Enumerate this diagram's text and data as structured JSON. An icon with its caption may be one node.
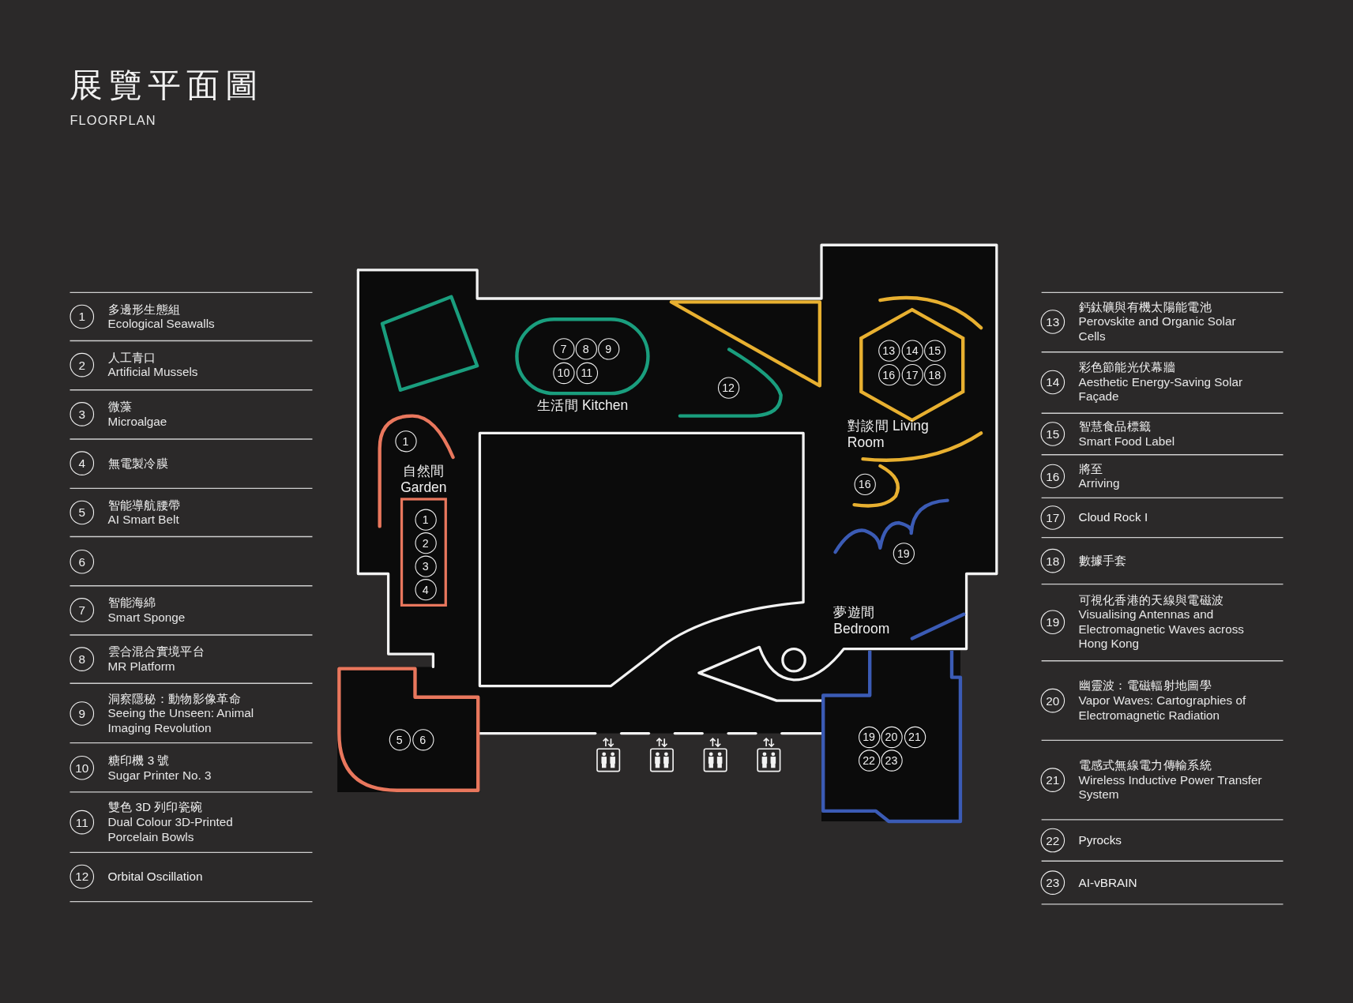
{
  "diagram": {
    "title": "展覽平面圖",
    "nodes": [
      {
        "text": [
          "1"
        ],
        "beside": [
          "多邊形生態組",
          "Ecological Seawalls"
        ]
      },
      {
        "text": [
          "2"
        ],
        "beside": [
          "人工青口",
          "Artificial Mussels"
        ]
      },
      {
        "text": [
          "3"
        ],
        "beside": [
          "微藻",
          "Microalgae"
        ]
      },
      {
        "text": [
          "4"
        ],
        "beside": [
          "無電製冷膜"
        ]
      },
      {
        "text": [
          "5"
        ],
        "beside": [
          "智能導航腰帶",
          "AI Smart Belt"
        ]
      },
      {
        "text": [
          "6"
        ]
      },
      {
        "text": [
          "7"
        ],
        "beside": [
          "智能海綿",
          "Smart Sponge"
        ]
      },
      {
        "text": [
          "8"
        ],
        "beside": [
          "雲合混合實境平台",
          "MR Platform"
        ]
      },
      {
        "text": [
          "9"
        ],
        "beside": [
          "洞察隱秘：動物影像革命",
          "Seeing the Unseen: Animal Imaging Revolution"
        ]
      },
      {
        "text": [
          "10"
        ],
        "beside": [
          "糖印機 3 號",
          "Sugar Printer No. 3"
        ]
      },
      {
        "text": [
          "11"
        ],
        "beside": [
          "雙色 3D 列印瓷碗",
          "Dual Colour 3D-Printed Porcelain Bowls"
        ]
      },
      {
        "text": [
          "12"
        ],
        "beside": [
          "Orbital Oscillation"
        ]
      },
      {
        "text": [
          "生活間 Kitchen"
        ]
      },
      {
        "text": [
          "7"
        ],
        "in": 12
      },
      {
        "text": [
          "8"
        ],
        "in": 12
      },
      {
        "text": [
          "9"
        ],
        "in": 12
      },
      {
        "text": [
          "10"
        ],
        "in": 12
      },
      {
        "text": [
          "11"
        ],
        "in": 12
      },
      {
        "text": [
          "12"
        ]
      },
      {
        "text": [
          "對談間 Living Room"
        ]
      },
      {
        "text": [
          "13"
        ],
        "in": 19
      },
      {
        "text": [
          "14"
        ],
        "in": 19
      },
      {
        "text": [
          "15"
        ],
        "in": 19
      },
      {
        "text": [
          "16"
        ],
        "in": 19
      },
      {
        "text": [
          "17"
        ],
        "in": 19
      },
      {
        "text": [
          "18"
        ],
        "in": 19
      },
      {
        "text": [
          "1"
        ]
      },
      {
        "text": [
          "自然間 Garden"
        ]
      },
      {
        "text": [
          "1"
        ],
        "in": 27
      },
      {
        "text": [
          "2"
        ],
        "in": 27
      },
      {
        "text": [
          "3"
        ],
        "in": 27
      },
      {
        "text": [
          "4"
        ],
        "in": 27
      },
      {
        "text": [
          "16"
        ]
      },
      {
        "text": [
          "19"
        ]
      },
      {
        "text": [],
        "shape": "box"
      },
      {
        "text": [
          "5"
        ],
        "in": 34
      },
      {
        "text": [
          "6"
        ],
        "in": 34
      },
      {
        "text": [],
        "shape": "box"
      },
      {
        "text": [
          "19"
        ],
        "in": 37
      },
      {
        "text": [
          "20"
        ],
        "in": 37
      },
      {
        "text": [
          "21"
        ],
        "in": 37
      },
      {
        "text": [
          "22"
        ],
        "in": 37
      },
      {
        "text": [
          "23"
        ],
        "in": 37
      },
      {
        "text": [
          "13"
        ],
        "beside": [
          "鈣鈦礦與有機太陽能電池",
          "Perovskite and Organic Solar Cells"
        ]
      },
      {
        "text": [
          "14"
        ],
        "beside": [
          "彩色節能光伏幕牆",
          "Aesthetic Energy-Saving Solar Façade"
        ]
      },
      {
        "text": [
          "15"
        ],
        "beside": [
          "智慧食品標籤",
          "Smart Food Label"
        ]
      },
      {
        "text": [
          "16"
        ],
        "beside": [
          "將至",
          "Arriving"
        ]
      },
      {
        "text": [
          "17"
        ],
        "beside": [
          "Cloud Rock I"
        ]
      },
      {
        "text": [
          "18"
        ],
        "beside": [
          "數據手套"
        ]
      },
      {
        "text": [
          "19"
        ],
        "beside": [
          "可視化香港的天線與電磁波",
          "Visualising Antennas and Electromagnetic Waves across Hong Kong"
        ]
      },
      {
        "text": [
          "20"
        ],
        "beside": [
          "幽靈波：電磁輻射地圖學",
          "Vapor Waves: Cartographies of Electromagnetic Radiation"
        ]
      },
      {
        "text": [
          "21"
        ],
        "beside": [
          "電感式無線電力傳輸系統",
          "Wireless Inductive Power Transfer System"
        ]
      },
      {
        "text": [
          "22"
        ],
        "beside": [
          "Pyrocks"
        ]
      },
      {
        "text": [
          "23"
        ],
        "beside": [
          "AI-vBRAIN"
        ]
      }
    ],
    "labels": [
      "FLOORPLAN",
      "夢遊間 Bedroom"
    ]
  }
}
